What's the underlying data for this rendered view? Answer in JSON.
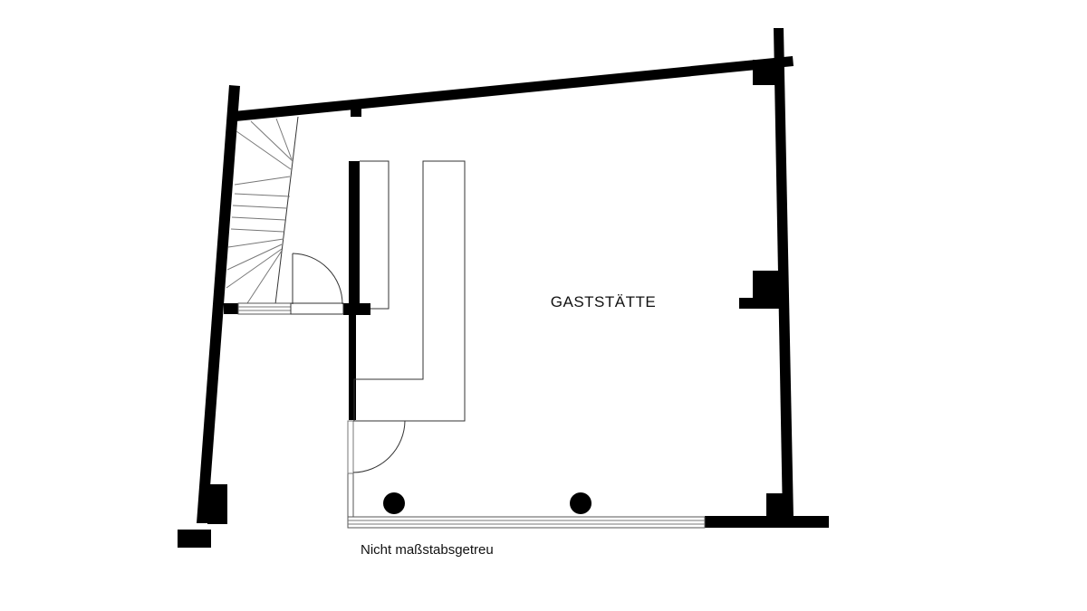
{
  "plan": {
    "rooms": [
      {
        "id": "gaststaette",
        "label": "GASTSTÄTTE"
      }
    ],
    "note": "Nicht maßstabsgetreu",
    "colors": {
      "wall": "#000000",
      "line": "#333333",
      "background": "#ffffff"
    },
    "elements": {
      "staircase_steps": 13,
      "doors": 2,
      "columns": 2,
      "windows": 3
    }
  }
}
